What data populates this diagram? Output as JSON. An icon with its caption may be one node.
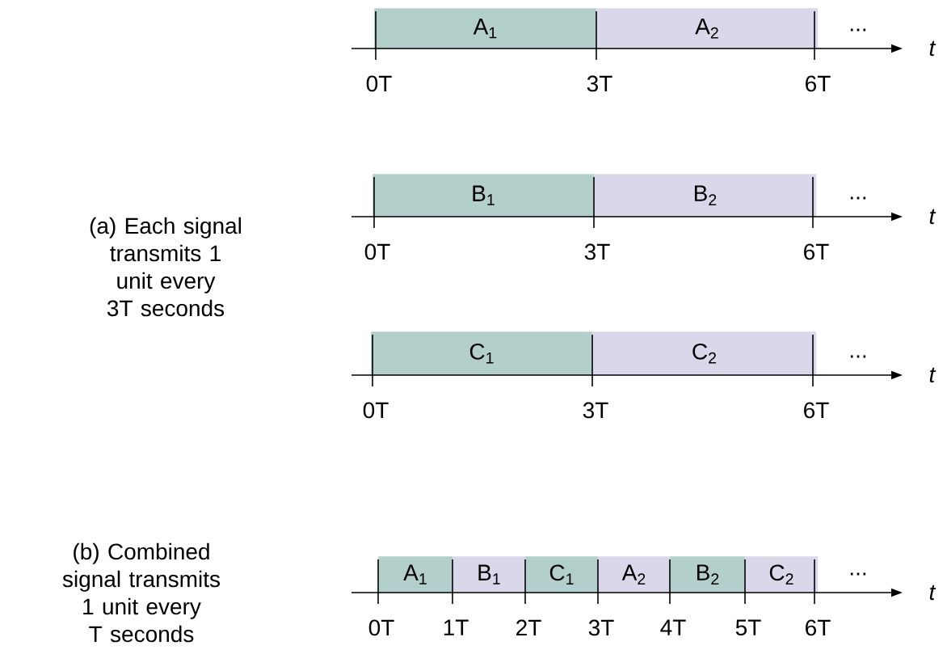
{
  "diagram": {
    "nodes": [
      {
        "text": [
          "A$_{1}$"
        ]
      },
      {
        "text": [
          "A$_{2}$"
        ]
      },
      {
        "text": [
          "B$_{1}$"
        ]
      },
      {
        "text": [
          "B$_{2}$"
        ]
      },
      {
        "text": [
          "C$_{1}$"
        ]
      },
      {
        "text": [
          "C$_{2}$"
        ]
      },
      {
        "text": [
          "A$_{1}$"
        ]
      },
      {
        "text": [
          "B$_{1}$"
        ]
      },
      {
        "text": [
          "C$_{1}$"
        ]
      },
      {
        "text": [
          "A$_{2}$"
        ]
      },
      {
        "text": [
          "B$_{2}$"
        ]
      },
      {
        "text": [
          "C$_{2}$"
        ]
      }
    ],
    "labels": [
      "...",
      "t",
      "0T",
      "3T",
      "6T",
      "(a) Each signal transmits 1 unit every 3T seconds",
      "...",
      "t",
      "0T",
      "3T",
      "6T",
      "...",
      "t",
      "0T",
      "3T",
      "6T",
      "(b) Combined signal transmits 1 unit every T seconds",
      "...",
      "t",
      "0T",
      "1T",
      "2T",
      "3T",
      "4T",
      "5T",
      "6T"
    ]
  }
}
